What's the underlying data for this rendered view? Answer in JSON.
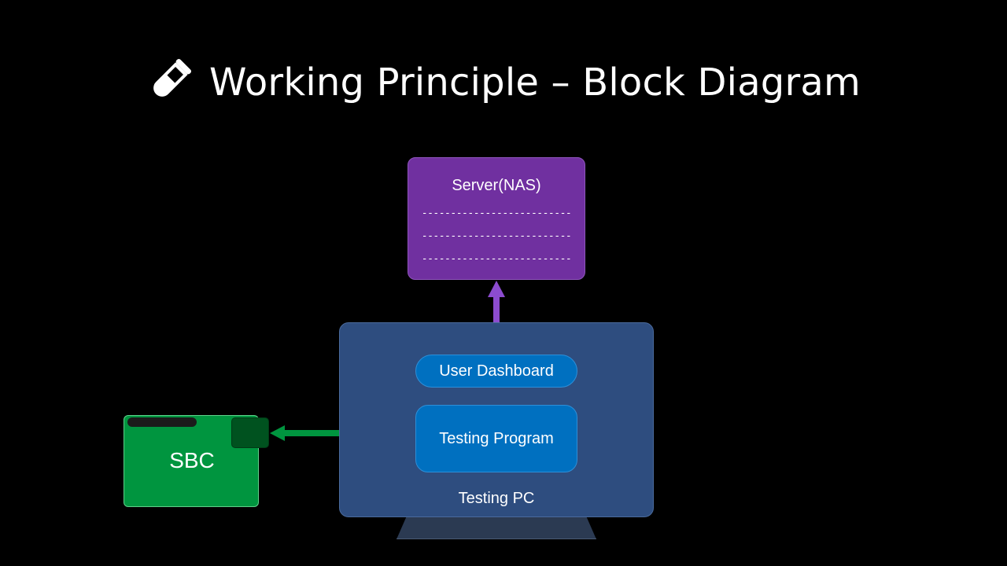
{
  "title": {
    "icon": "test-tube-icon",
    "text": "Working Principle – Block Diagram"
  },
  "server": {
    "label": "Server(NAS)",
    "lines": [
      "--------------------------",
      "--------------------------",
      "--------------------------"
    ]
  },
  "pc": {
    "label": "Testing PC",
    "dashboard": "User Dashboard",
    "program": "Testing Program"
  },
  "sbc": {
    "label": "SBC"
  },
  "colors": {
    "background": "#000000",
    "server": "#7030a0",
    "pc": "#2e4d7f",
    "pill": "#0070c0",
    "sbc": "#00953f",
    "arrow_purple": "#8c4ccf",
    "arrow_blue": "#00b0f0",
    "arrow_green": "#00953f"
  }
}
